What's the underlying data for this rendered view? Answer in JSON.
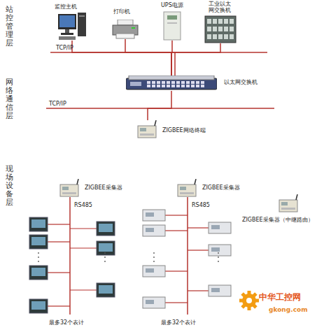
{
  "diagram": {
    "nodes": [
      {
        "text": [
          "监控主机"
        ]
      },
      {
        "text": [
          "打印机"
        ]
      },
      {
        "text": [
          "UPS电源"
        ]
      },
      {
        "text": [
          "工业以太网交换机"
        ]
      },
      {
        "text": [
          "以太网交换机"
        ]
      },
      {
        "text": [
          "ZIGBEE网络终端"
        ]
      },
      {
        "text": [
          "ZIGBEE采集器"
        ]
      },
      {
        "text": [
          "ZIGBEE采集器"
        ]
      },
      {
        "text": [
          "ZIGBEE采集器（中继路由）"
        ]
      }
    ],
    "edges": [
      {
        "from": 0,
        "to": 4,
        "arrow": "none"
      },
      {
        "from": 1,
        "to": 4,
        "arrow": "none"
      },
      {
        "from": 2,
        "to": 4,
        "arrow": "none"
      },
      {
        "from": 3,
        "to": 4,
        "arrow": "none"
      },
      {
        "from": 4,
        "to": 5,
        "arrow": "none"
      }
    ],
    "labels": [
      "站控管理层",
      "网络通信层",
      "现场设备层",
      "TCP/IP",
      "TCP/IP",
      "RS485",
      "RS485",
      "最多32个表计",
      "最多32个表计",
      "中华工控网",
      "gkong.com"
    ]
  }
}
